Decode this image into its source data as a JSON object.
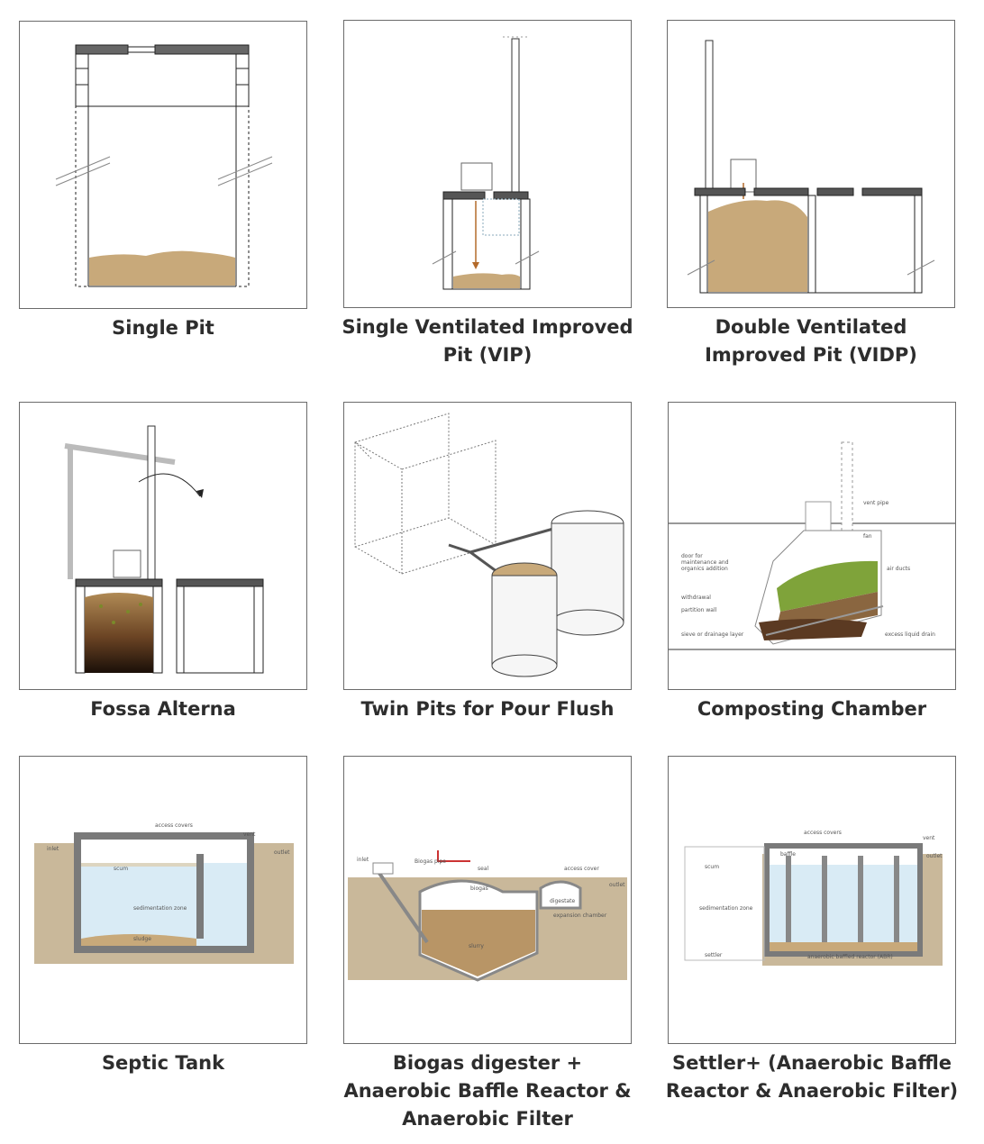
{
  "tiles": [
    {
      "id": "single-pit",
      "caption": [
        "Single Pit"
      ]
    },
    {
      "id": "single-vip",
      "caption": [
        "Single Ventilated Improved",
        "Pit (VIP)"
      ]
    },
    {
      "id": "double-vidp",
      "caption": [
        "Double Ventilated",
        "Improved Pit (VIDP)"
      ]
    },
    {
      "id": "fossa-alterna",
      "caption": [
        "Fossa Alterna"
      ]
    },
    {
      "id": "twin-pits",
      "caption": [
        "Twin Pits for Pour Flush"
      ]
    },
    {
      "id": "composting-chamber",
      "caption": [
        "Composting Chamber"
      ]
    },
    {
      "id": "septic-tank",
      "caption": [
        "Septic Tank"
      ]
    },
    {
      "id": "biogas-digester",
      "caption": [
        "Biogas digester +",
        "Anaerobic Baffle Reactor &",
        "Anaerobic Filter"
      ]
    },
    {
      "id": "settler",
      "caption": [
        "Settler+ (Anaerobic Baffle",
        "Reactor & Anaerobic Filter)"
      ]
    }
  ],
  "composting_labels": {
    "vent_pipe": "vent pipe",
    "fan": "fan",
    "door": [
      "door for",
      "maintenance and",
      "organics addition"
    ],
    "air_ducts": "air ducts",
    "withdrawal": "withdrawal",
    "partition_wall": "partition wall",
    "sieve": "sieve or drainage layer",
    "excess": "excess liquid drain"
  },
  "septic_labels": {
    "access_covers": "access covers",
    "vent": "vent",
    "inlet": "inlet",
    "outlet": "outlet",
    "scum": "scum",
    "sedimentation": "sedimentation zone",
    "sludge": "sludge"
  },
  "biogas_labels": {
    "inlet": "inlet",
    "biogas_pipe": "Biogas pipe",
    "seal": "seal",
    "biogas": "biogas",
    "access_cover": "access cover",
    "outlet": "outlet",
    "digestate": "digestate",
    "expansion": "expansion chamber",
    "slurry": "slurry"
  },
  "settler_labels": {
    "access_covers": "access covers",
    "baffle": "baffle",
    "vent": "vent",
    "outlet": "outlet",
    "scum": "scum",
    "sedimentation": "sedimentation zone",
    "settler": "settler",
    "abr": "anaerobic baffled reactor (ABR)"
  },
  "colors": {
    "soil": "#c8a97a",
    "dark_soil": "#3b2414",
    "water": "#d9ebf5",
    "ground": "#c9b89a",
    "frame": "#6b6b6b",
    "caption": "#2d2d2d"
  }
}
